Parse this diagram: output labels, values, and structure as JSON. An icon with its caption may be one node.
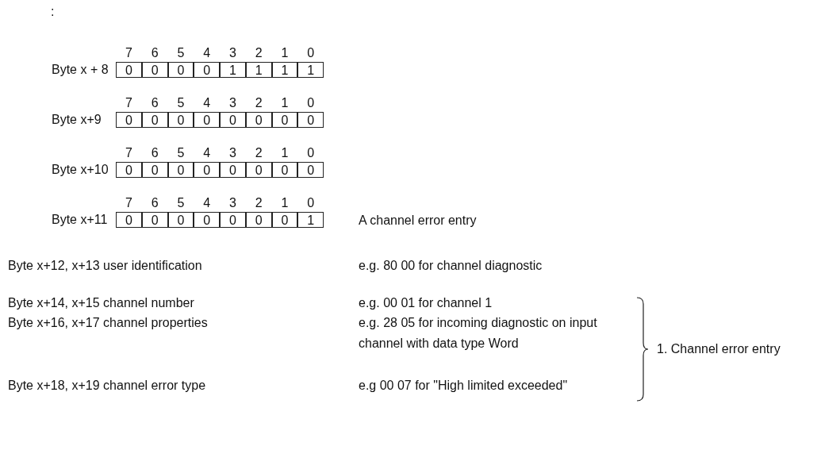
{
  "diagram": {
    "labels": [
      ":",
      "7",
      "6",
      "5",
      "4",
      "3",
      "2",
      "1",
      "0",
      "Byte x + 8",
      "0",
      "0",
      "0",
      "0",
      "1",
      "1",
      "1",
      "1",
      "7",
      "6",
      "5",
      "4",
      "3",
      "2",
      "1",
      "0",
      "Byte x+9",
      "0",
      "0",
      "0",
      "0",
      "0",
      "0",
      "0",
      "0",
      "7",
      "6",
      "5",
      "4",
      "3",
      "2",
      "1",
      "0",
      "Byte x+10",
      "0",
      "0",
      "0",
      "0",
      "0",
      "0",
      "0",
      "0",
      "7",
      "6",
      "5",
      "4",
      "3",
      "2",
      "1",
      "0",
      "Byte x+11",
      "0",
      "0",
      "0",
      "0",
      "0",
      "0",
      "0",
      "1",
      "A channel error entry",
      "Byte x+12, x+13 user identification",
      "e.g. 80 00 for channel diagnostic",
      "Byte x+14, x+15 channel number",
      "e.g. 00 01 for channel 1",
      "Byte x+16, x+17 channel properties",
      "e.g. 28 05 for incoming diagnostic on input channel with data type Word",
      "Byte x+18, x+19 channel error type",
      "e.g 00 07 for \"High limited exceeded\"",
      "1. Channel error entry"
    ]
  }
}
